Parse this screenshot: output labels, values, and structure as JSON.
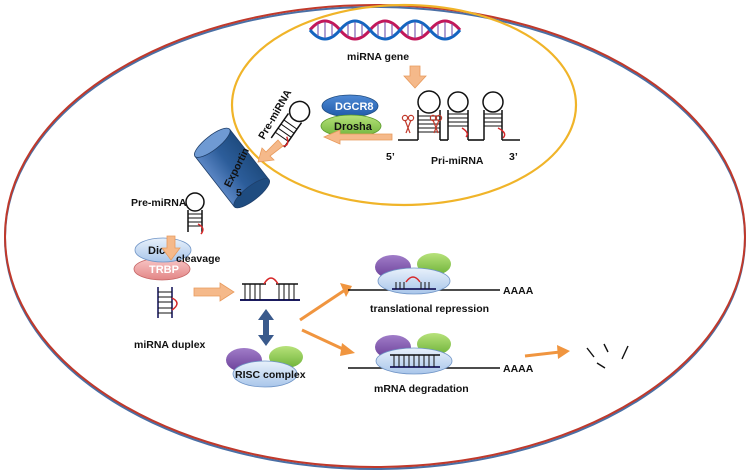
{
  "labels": {
    "mirna_gene": "miRNA gene",
    "dgcr8": "DGCR8",
    "drosha": "Drosha",
    "pre_mirna_nucleus": "Pre-miRNA",
    "pri_mirna": "Pri-miRNA",
    "five_prime": "5’",
    "three_prime": "3’",
    "exportin_line1": "Exportin",
    "exportin_line2": "5",
    "pre_mirna_cyto": "Pre-miRNA",
    "dicer": "Dicer",
    "trbp": "TRBP",
    "cleavage": "cleavage",
    "mirna_duplex": "miRNA duplex",
    "risc_complex": "RISC complex",
    "translational_repression": "translational repression",
    "mrna_degradation": "mRNA  degradation",
    "polya_top": "AAAA",
    "polya_bottom": "AAAA"
  },
  "colors": {
    "cell_outer": "#c0392b",
    "cell_inner": "#4a6fa5",
    "nucleus": "#f0b429",
    "arrow_orange": "#f5b98a",
    "arrow_dark_orange": "#f0953f",
    "dgcr8": "#2f6fbf",
    "drosha": "#8cc63f",
    "exportin": "#3a6fa8",
    "dicer": "#b9d3ee",
    "trbp": "#f2a6a6",
    "risc_purple": "#7e57a8",
    "risc_green": "#7cbf4a",
    "risc_blue": "#cfe0f5",
    "rna_dark": "#1a1a5e",
    "rna_red": "#d62728",
    "bidirectional_arrow": "#3a5a8c"
  }
}
